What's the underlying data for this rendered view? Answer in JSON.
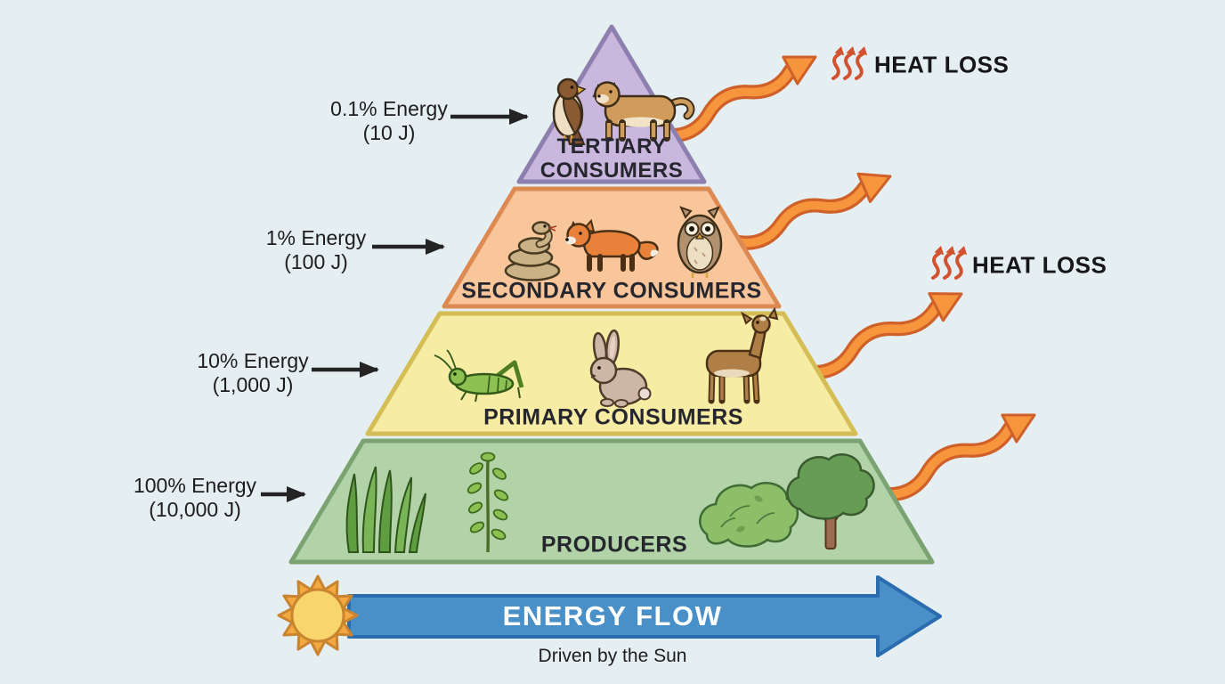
{
  "background": "#e5eef1",
  "pyramid": {
    "levels": [
      {
        "name": "Tertiary Consumers",
        "label_line1": "TERTIARY",
        "label_line2": "CONSUMERS",
        "energy_percent": "0.1% Energy",
        "energy_joules": "(10 J)",
        "fill": "#c9b7de",
        "stroke": "#8d7fae",
        "organisms": [
          "hawk",
          "cougar"
        ]
      },
      {
        "name": "Secondary Consumers",
        "label_line1": "SECONDARY CONSUMERS",
        "energy_percent": "1% Energy",
        "energy_joules": "(100 J)",
        "fill": "#f9c69c",
        "stroke": "#dd8a52",
        "organisms": [
          "snake",
          "fox",
          "owl"
        ]
      },
      {
        "name": "Primary Consumers",
        "label_line1": "PRIMARY CONSUMERS",
        "energy_percent": "10% Energy",
        "energy_joules": "(1,000 J)",
        "fill": "#f7eca3",
        "stroke": "#d4bd55",
        "organisms": [
          "grasshopper",
          "rabbit",
          "deer"
        ]
      },
      {
        "name": "Producers",
        "label_line1": "PRODUCERS",
        "energy_percent": "100% Energy",
        "energy_joules": "(10,000 J)",
        "fill": "#b2d3a8",
        "stroke": "#7ba371",
        "organisms": [
          "grass",
          "sapling",
          "bush",
          "tree"
        ]
      }
    ]
  },
  "heat_loss": {
    "label": "HEAT LOSS",
    "occurrences": 2,
    "arrow_color": "#f6953c",
    "arrow_outline": "#cf6029",
    "squiggle_color": "#d2512e"
  },
  "energy_flow": {
    "label": "ENERGY FLOW",
    "subtitle": "Driven by the Sun",
    "arrow_fill": "#4a90c8",
    "arrow_outline": "#2a6cae",
    "sun_core": "#f8d56d",
    "sun_rays": "#f3a93f",
    "sun_outline": "#c8842f"
  }
}
